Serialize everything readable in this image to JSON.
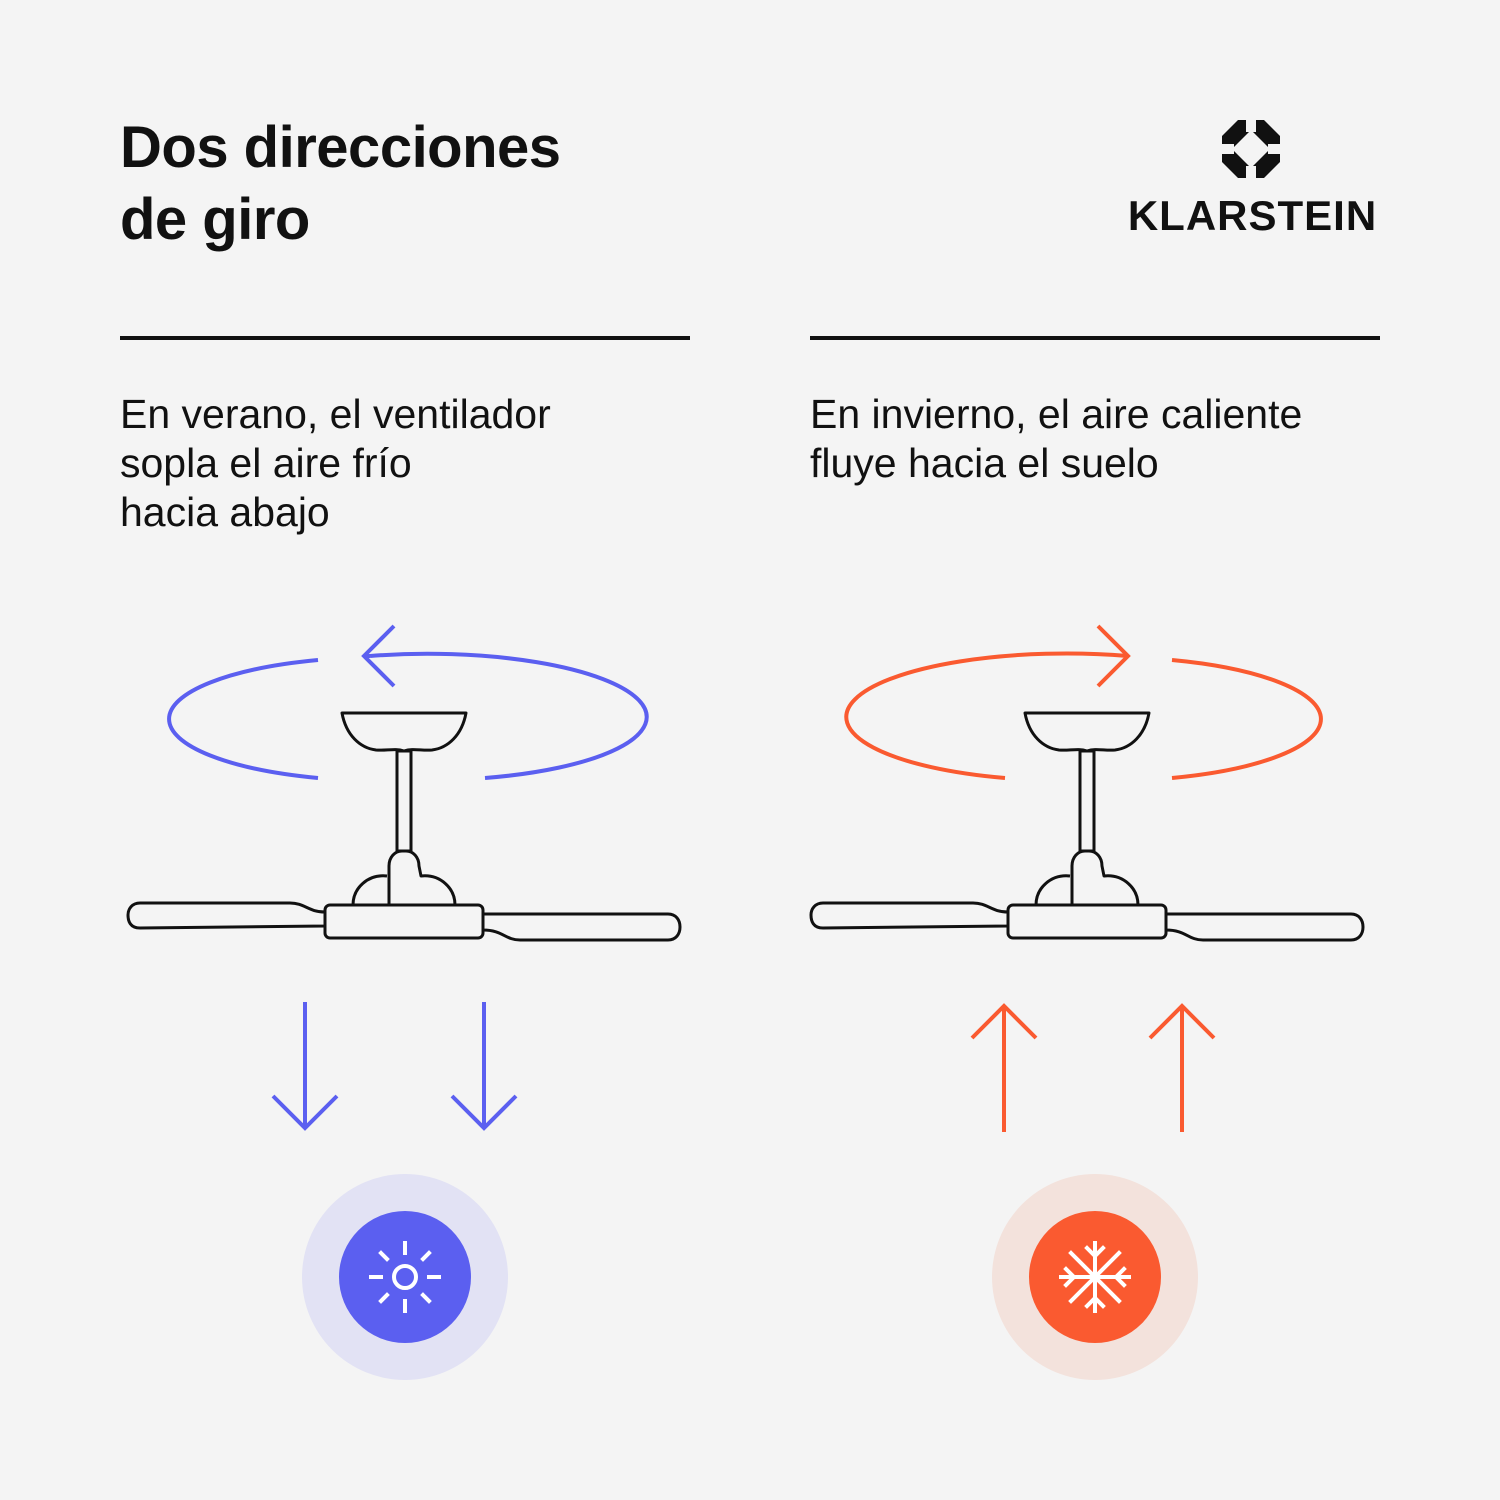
{
  "header": {
    "title_line1": "Dos direcciones",
    "title_line2": "de giro"
  },
  "brand": {
    "name": "KLARSTEIN",
    "logo_icon": "klarstein-octagon-logo-icon"
  },
  "summer": {
    "line1": "En verano, el ventilador",
    "line2": "sopla el aire frío",
    "line3": "hacia abajo",
    "rotation": "counterclockwise",
    "airflow": "down",
    "icon": "sun-icon",
    "color": "#5b5ff0",
    "halo_color": "#e2e2f4"
  },
  "winter": {
    "line1": "En invierno, el aire caliente",
    "line2": "fluye hacia el suelo",
    "rotation": "clockwise",
    "airflow": "up",
    "icon": "snowflake-icon",
    "color": "#fa5a30",
    "halo_color": "#f3e2dc"
  }
}
